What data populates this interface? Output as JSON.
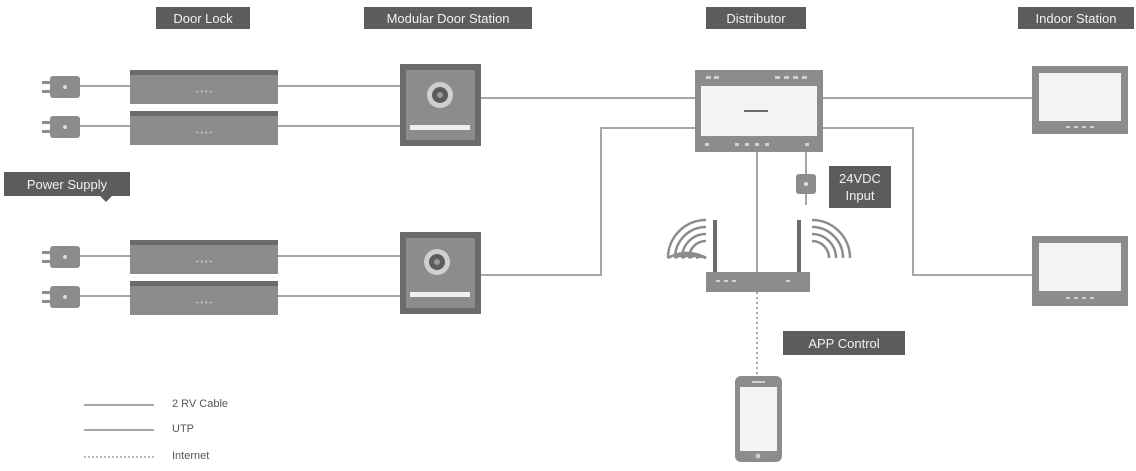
{
  "labels": {
    "door_lock": "Door Lock",
    "modular_door_station": "Modular Door Station",
    "distributor": "Distributor",
    "indoor_station": "Indoor Station",
    "power_supply": "Power Supply",
    "dc_input_line1": "24VDC",
    "dc_input_line2": "Input",
    "app_control": "APP Control"
  },
  "legend": {
    "items": [
      {
        "label": "2 RV Cable"
      },
      {
        "label": "UTP"
      },
      {
        "label": "Internet"
      }
    ]
  },
  "colors": {
    "line": "#a6a6a6",
    "device_fill": "#8c8c8c",
    "device_dark": "#6b6b6b",
    "tag_bg": "#5c5c5c"
  }
}
